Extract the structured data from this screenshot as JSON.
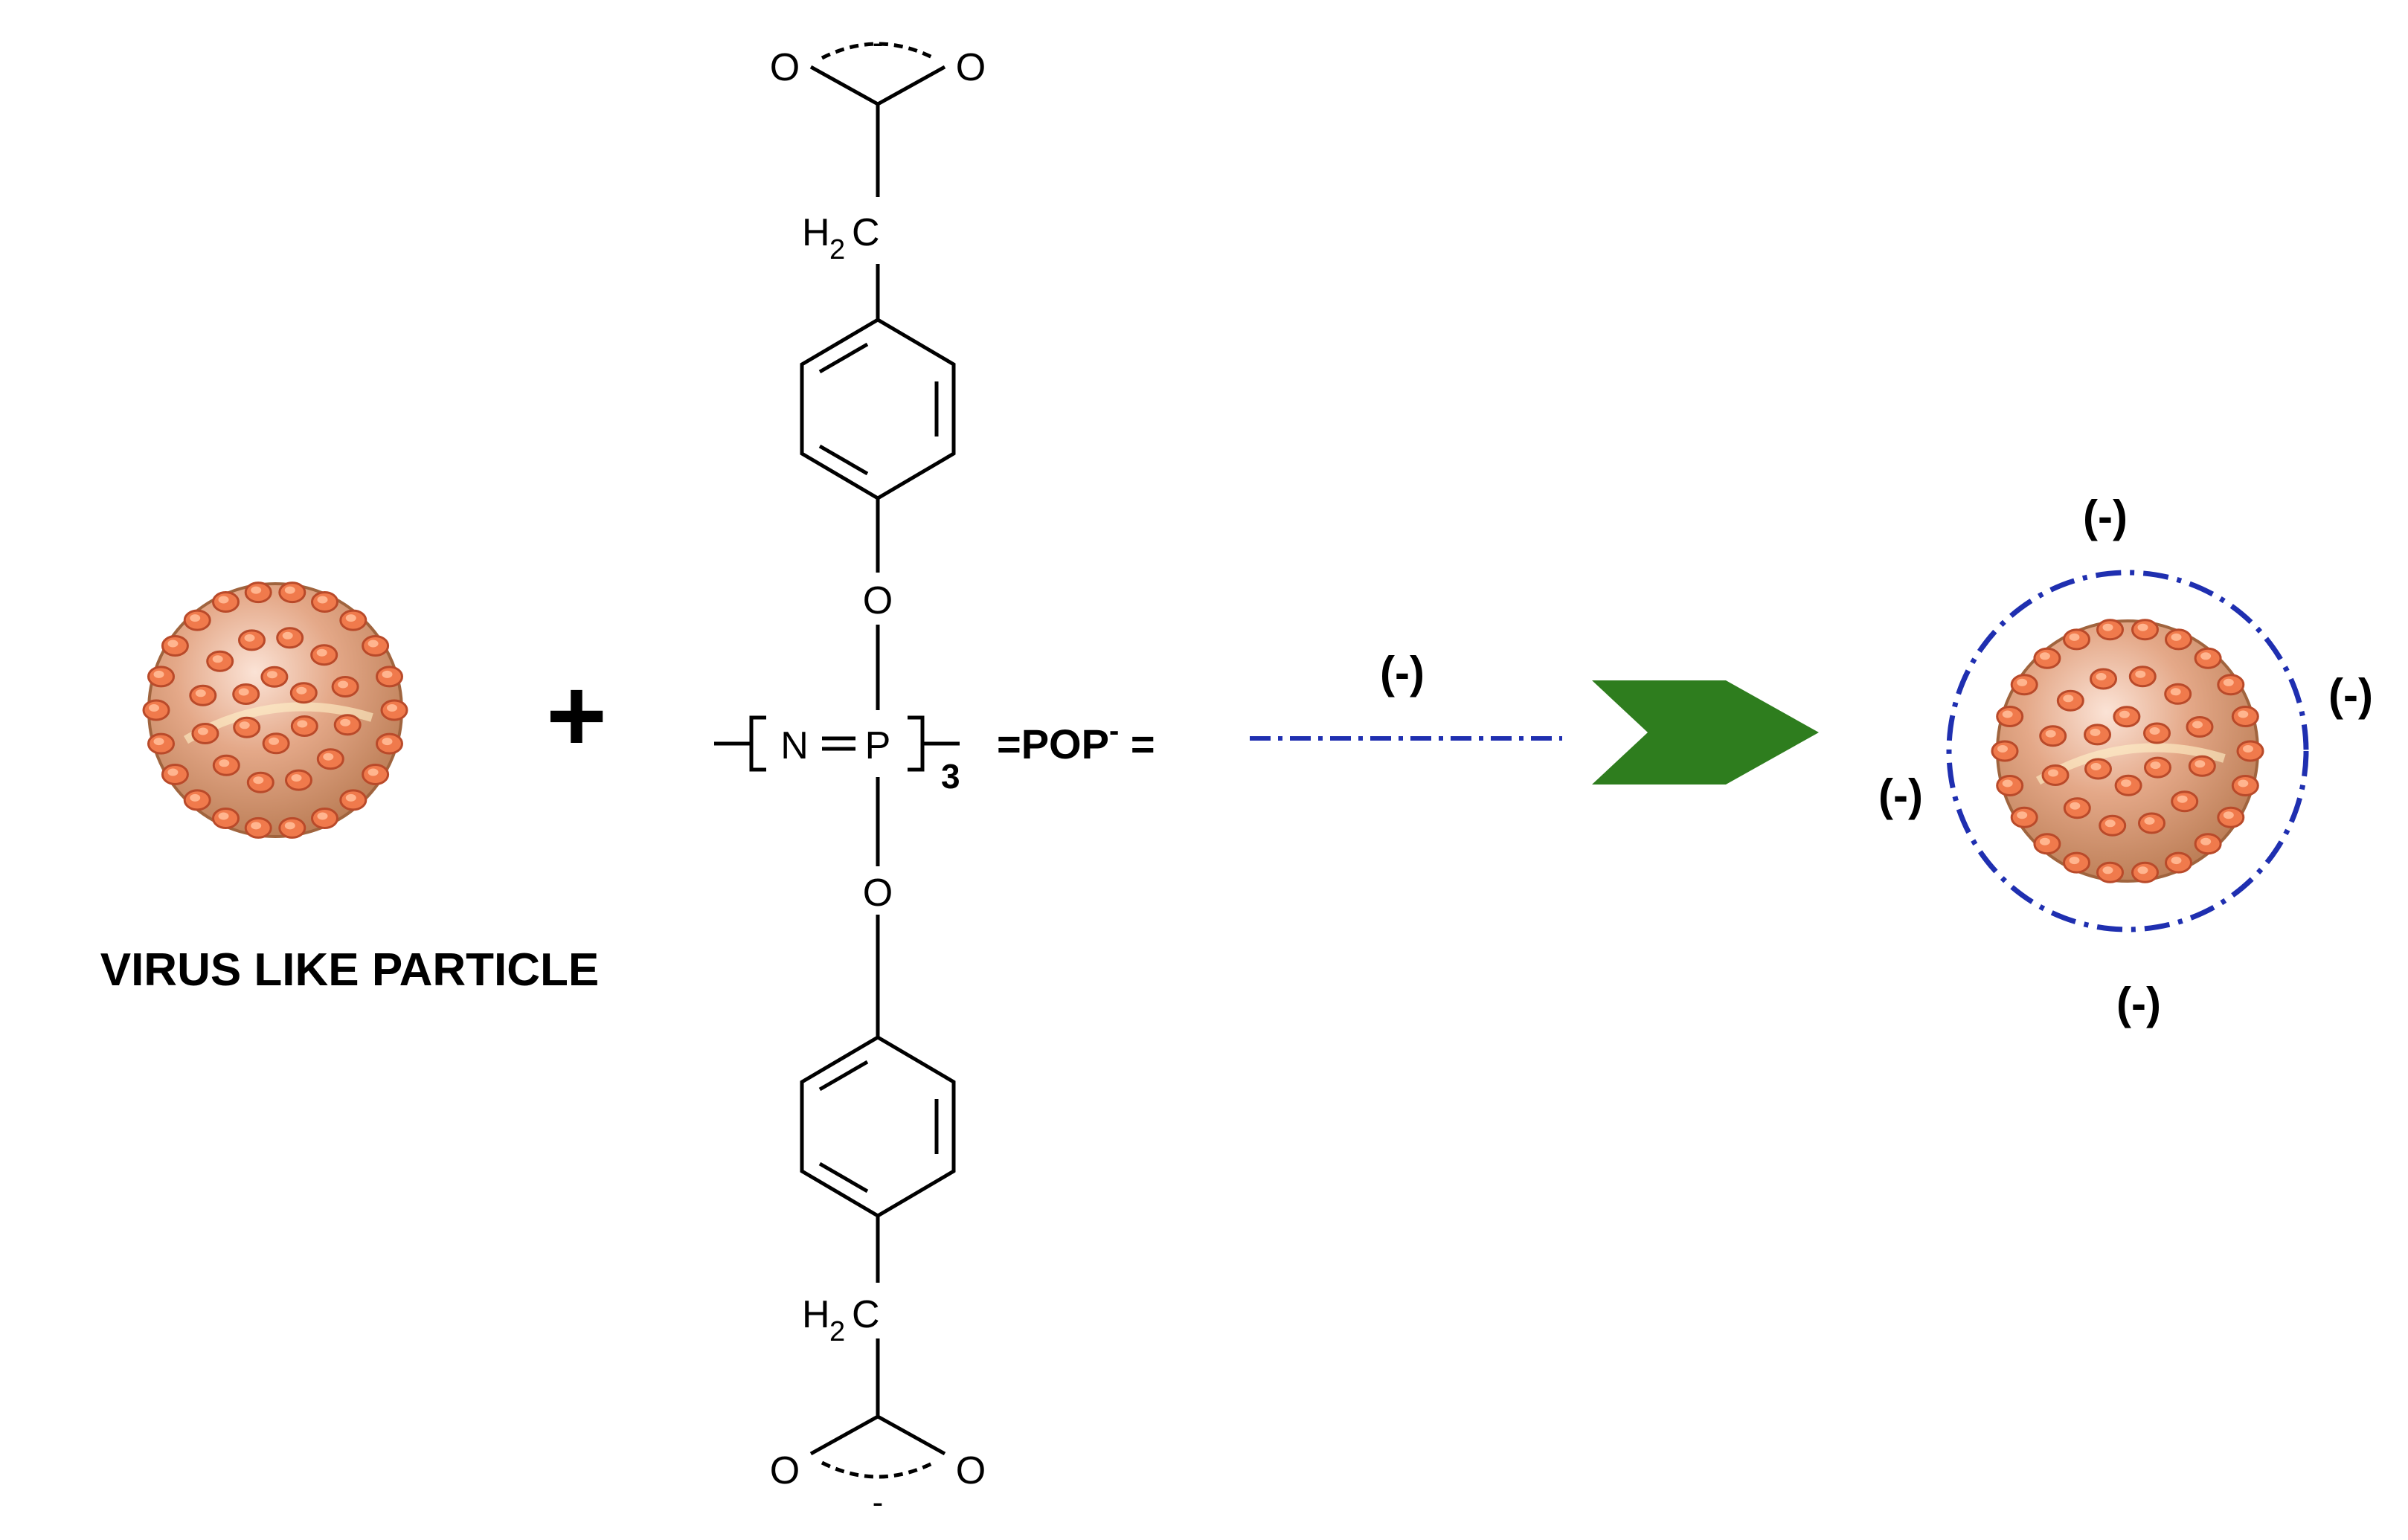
{
  "left_particle": {
    "label": "VIRUS LIKE PARTICLE"
  },
  "plus_sign": "+",
  "molecule": {
    "top_carboxylate": {
      "o_left": "O",
      "o_right": "O",
      "charge": "-"
    },
    "top_ch2": {
      "h": "H",
      "sub": "2",
      "c": "C"
    },
    "top_ether_o": "O",
    "backbone": {
      "n": "N",
      "p": "P",
      "repeat": "3"
    },
    "bottom_ether_o": "O",
    "bottom_ch2": {
      "h": "H",
      "sub": "2",
      "c": "C"
    },
    "bottom_carboxylate": {
      "o_left": "O",
      "o_right": "O",
      "charge": "-"
    }
  },
  "equation": {
    "eq1": "=POP",
    "superscript": "-",
    "eq2": " ="
  },
  "dashed_line_charge": "(-)",
  "right_particle": {
    "charges": {
      "top": "(-)",
      "right": "(-)",
      "left": "(-)",
      "bottom": "(-)"
    }
  },
  "colors": {
    "arrow": "#2e7d1e",
    "dashed_line": "#1f2fb0",
    "particle_base": "#c98560",
    "spike": "#f08050",
    "ink": "#000000"
  }
}
